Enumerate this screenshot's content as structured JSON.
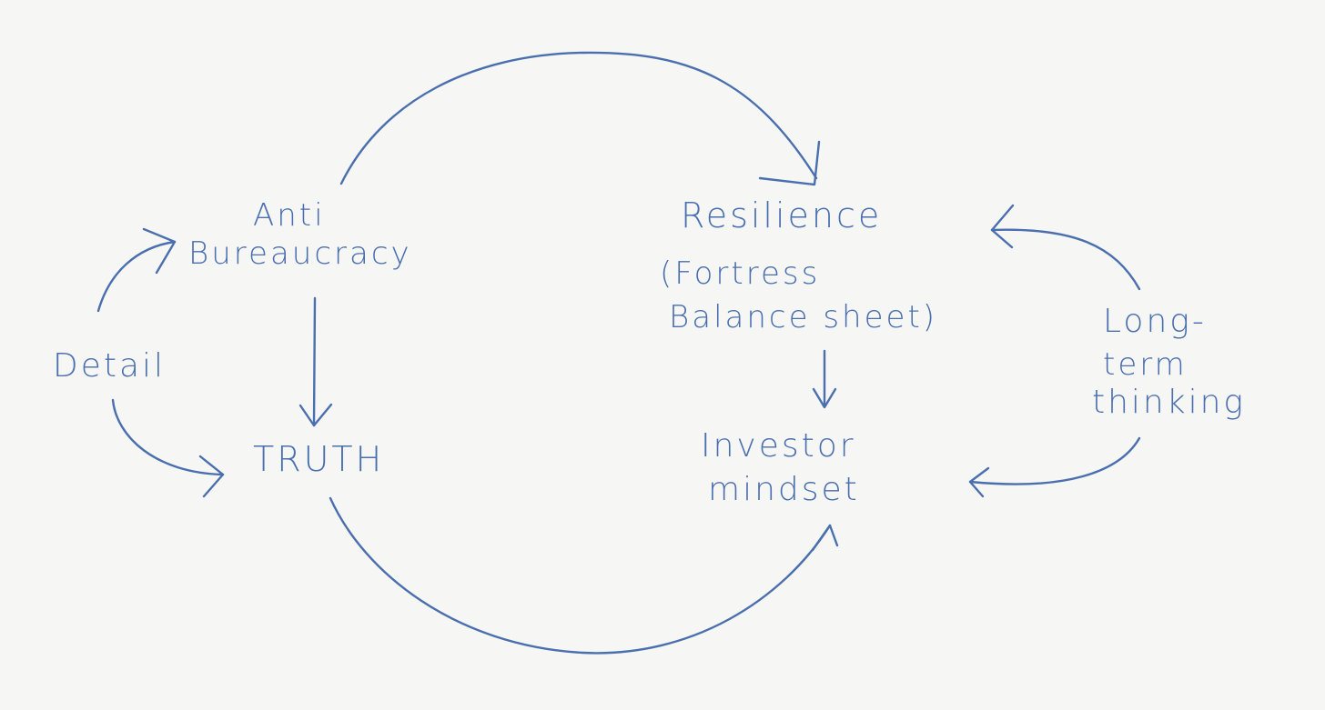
{
  "diagram": {
    "ink_color": "#4a6fae",
    "paper_color": "#f6f6f5",
    "nodes": {
      "anti": "Anti",
      "bureaucracy": "Bureaucracy",
      "detail": "Detail",
      "truth": "TRUTH",
      "resilience": "Resilience",
      "fortress": "(Fortress",
      "balance": "Balance sheet)",
      "investor": "Investor",
      "mindset": "mindset",
      "long": "Long-",
      "term": "term",
      "thinking": "thinking"
    },
    "edges": [
      {
        "from": "Detail",
        "to": "Anti Bureaucracy"
      },
      {
        "from": "Detail",
        "to": "TRUTH"
      },
      {
        "from": "Anti Bureaucracy",
        "to": "TRUTH"
      },
      {
        "from": "Anti Bureaucracy",
        "to": "Resilience"
      },
      {
        "from": "TRUTH",
        "to": "Investor mindset"
      },
      {
        "from": "Resilience",
        "to": "Investor mindset"
      },
      {
        "from": "Long-term thinking",
        "to": "Resilience"
      },
      {
        "from": "Long-term thinking",
        "to": "Investor mindset"
      }
    ]
  }
}
